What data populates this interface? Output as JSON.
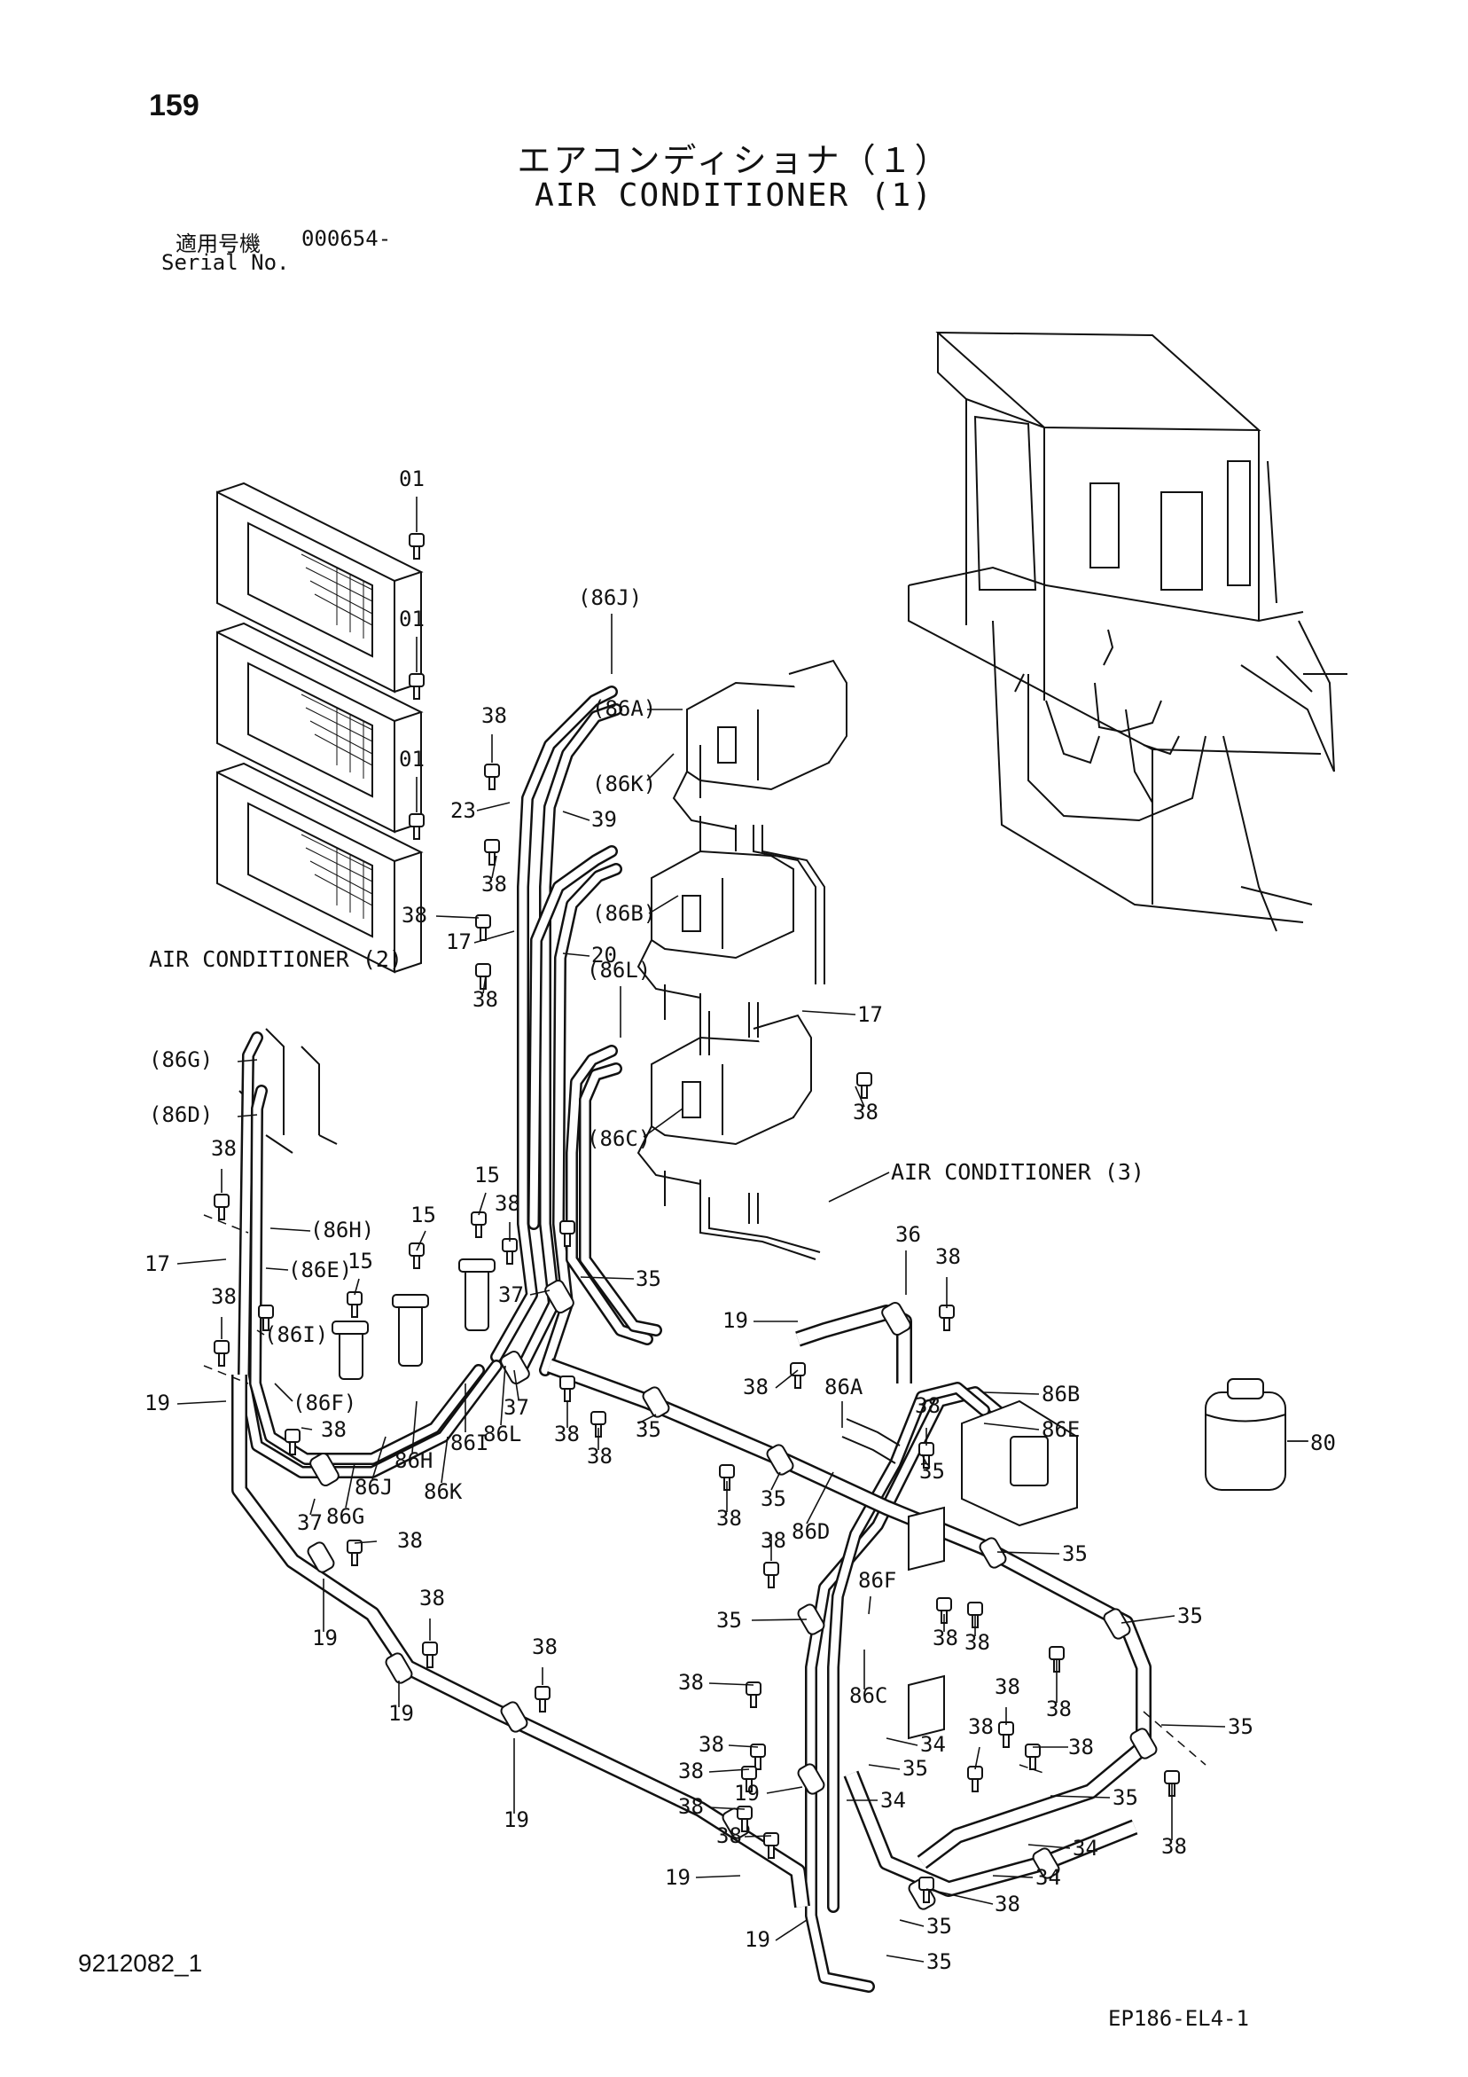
{
  "page": {
    "number": "159",
    "title_jp": "エアコンディショナ（１）",
    "title_en": "AIR CONDITIONER (1)",
    "serial_label_jp": "適用号機",
    "serial_value": "000654-",
    "serial_label_en": "Serial No.",
    "doc_id": "9212082_1",
    "figure_id": "EP186-EL4-1"
  },
  "references": {
    "ac2": "AIR CONDITIONER (2)",
    "ac3": "AIR CONDITIONER (3)"
  },
  "callouts": {
    "p01a": "01",
    "p01b": "01",
    "p01c": "01",
    "c86J": "(86J)",
    "c86A": "(86A)",
    "c86K": "(86K)",
    "c86B": "(86B)",
    "c86L": "(86L)",
    "c86C": "(86C)",
    "c86G": "(86G)",
    "c86D": "(86D)",
    "c86H": "(86H)",
    "c86E": "(86E)",
    "c86I": "(86I)",
    "c86F": "(86F)",
    "p38_1": "38",
    "p23": "23",
    "p39": "39",
    "p38_2": "38",
    "p38_3": "38",
    "p17_1": "17",
    "p20": "20",
    "p38_4": "38",
    "p17_2": "17",
    "p38_5": "38",
    "p38_6": "38",
    "p17_3": "17",
    "p38_7": "38",
    "p15_1": "15",
    "p15_2": "15",
    "p15_3": "15",
    "p38_8": "38",
    "p37_1": "37",
    "p35_1": "35",
    "p36": "36",
    "p38_9": "38",
    "p19_1": "19",
    "p19_2": "19",
    "p38_10": "38",
    "p86J": "86J",
    "p86H": "86H",
    "p86I": "86I",
    "p86K": "86K",
    "p86L": "86L",
    "p86G": "86G",
    "p37_2": "37",
    "p37_3": "37",
    "p38_11": "38",
    "p38_12": "38",
    "p35_2": "35",
    "p38_13": "38",
    "p38_14": "38",
    "p86A": "86A",
    "p38_15": "38",
    "p86B": "86B",
    "p86E": "86E",
    "p80": "80",
    "p35_3": "35",
    "p35_4": "35",
    "p86D": "86D",
    "p38_16": "38",
    "p38_17": "38",
    "p19_3": "19",
    "p38_18": "38",
    "p19_4": "19",
    "p38_19": "38",
    "p19_5": "19",
    "p38_20": "38",
    "p35_5": "35",
    "p38_21": "38",
    "p35_6": "35",
    "p86F": "86F",
    "p38_22": "38",
    "p38_23": "38",
    "p86C": "86C",
    "p35_7": "35",
    "p38_24": "38",
    "p34_1": "34",
    "p38_25": "38",
    "p35_8": "35",
    "p38_26": "38",
    "p38_27": "38",
    "p38_28": "38",
    "p19_6": "19",
    "p34_2": "34",
    "p38_29": "38",
    "p35_9": "35",
    "p35_10": "35",
    "p34_3": "34",
    "p38_30": "38",
    "p19_7": "19",
    "p34_4": "34",
    "p38_31": "38",
    "p19_8": "19",
    "p35_11": "35",
    "p35_12": "35",
    "p38_32": "38"
  }
}
